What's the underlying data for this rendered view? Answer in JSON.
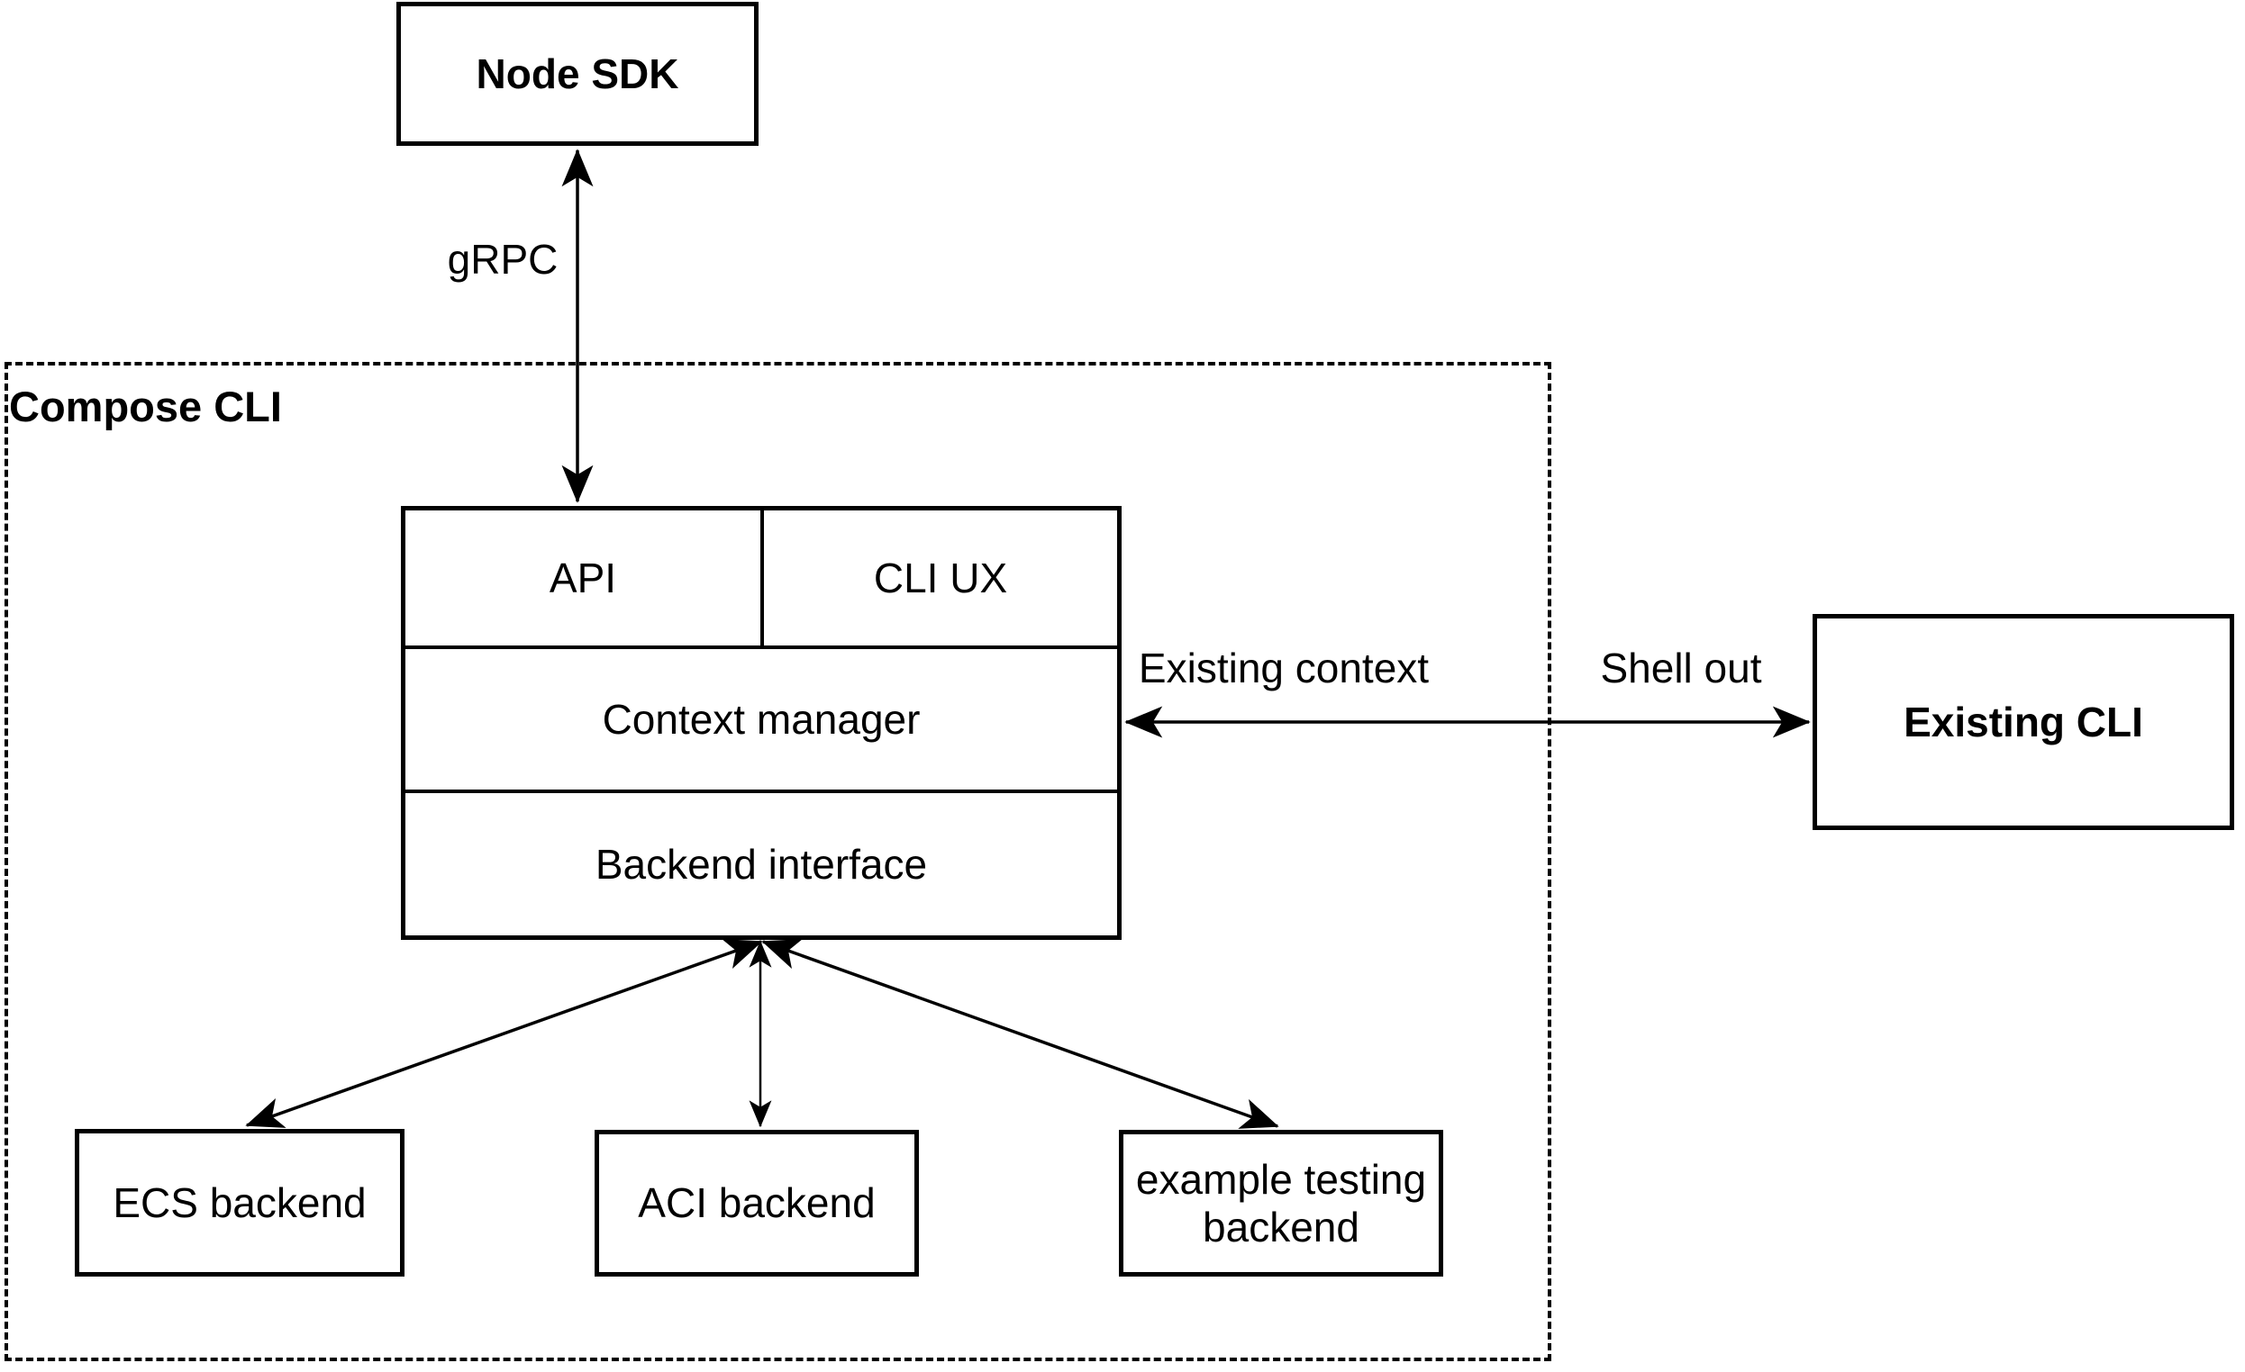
{
  "canvas": {
    "background": "#ffffff",
    "stroke": "#000000",
    "text_color": "#000000"
  },
  "container": {
    "label": "Compose CLI"
  },
  "nodes": {
    "node_sdk": {
      "label": "Node SDK"
    },
    "api": {
      "label": "API"
    },
    "cli_ux": {
      "label": "CLI UX"
    },
    "context_manager": {
      "label": "Context manager"
    },
    "backend_interface": {
      "label": "Backend interface"
    },
    "existing_cli": {
      "label": "Existing CLI"
    },
    "ecs_backend": {
      "label": "ECS backend"
    },
    "aci_backend": {
      "label": "ACI backend"
    },
    "example_testing_backend": {
      "label": "example testing backend"
    }
  },
  "edges": {
    "grpc": {
      "label": "gRPC",
      "from": "Node SDK",
      "to": "API",
      "bidirectional": true
    },
    "existing_context": {
      "label": "Existing context",
      "from": "Context manager",
      "to": "Existing CLI",
      "bidirectional": true
    },
    "shell_out": {
      "label": "Shell out",
      "from": "Context manager",
      "to": "Existing CLI",
      "bidirectional": true
    },
    "to_ecs_backend": {
      "label": "",
      "from": "Backend interface",
      "to": "ECS backend",
      "bidirectional": true
    },
    "to_aci_backend": {
      "label": "",
      "from": "Backend interface",
      "to": "ACI backend",
      "bidirectional": true
    },
    "to_example_testing_backend": {
      "label": "",
      "from": "Backend interface",
      "to": "example testing backend",
      "bidirectional": true
    }
  }
}
